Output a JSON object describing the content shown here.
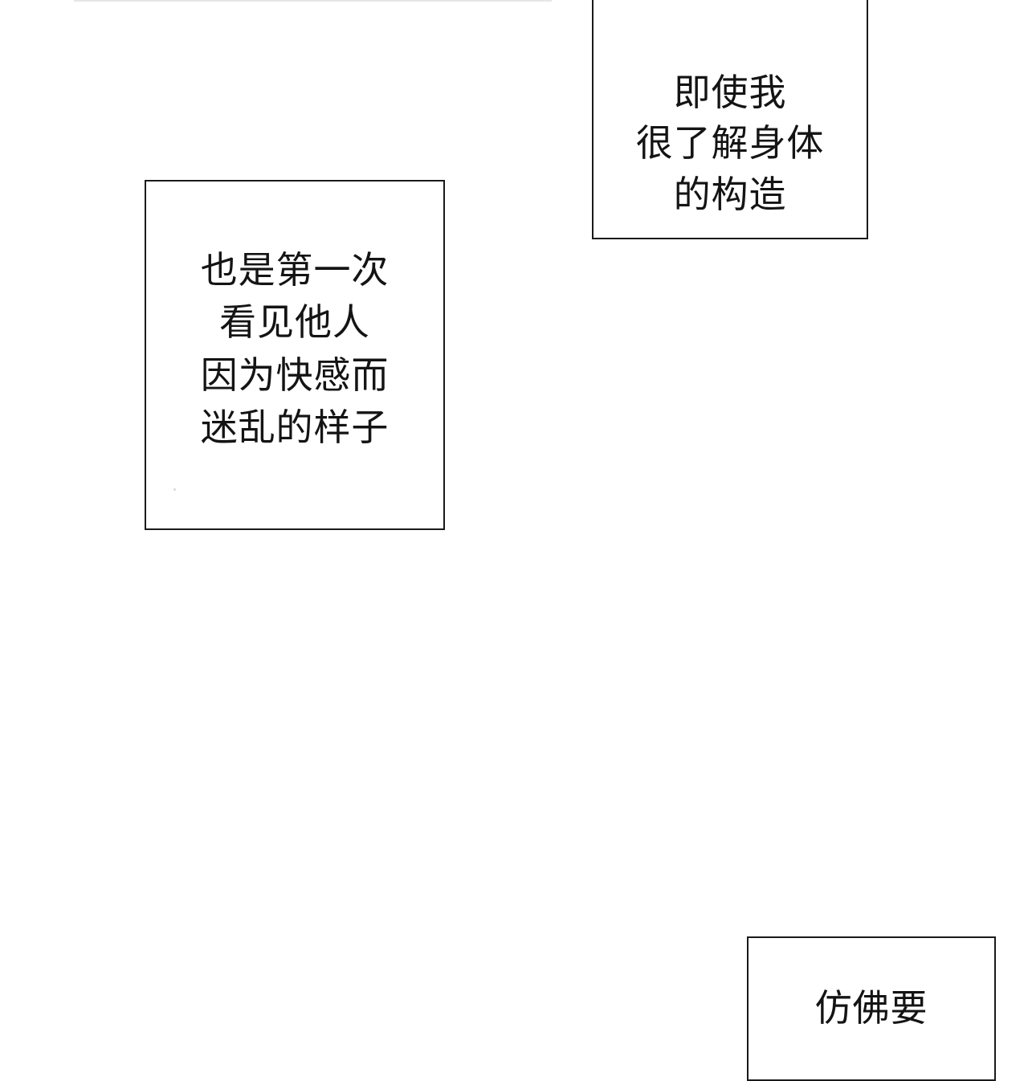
{
  "page": {
    "background_color": "#ffffff",
    "border_color": "#1a1a1a",
    "text_color": "#141414"
  },
  "panels": [
    {
      "id": "panel-top-right",
      "name": "dialogue-panel-top-right",
      "text": "即使我\n很了解身体\n的构造"
    },
    {
      "id": "panel-left",
      "name": "dialogue-panel-left",
      "text": "也是第一次\n看见他人\n因为快感而\n迷乱的样子"
    },
    {
      "id": "panel-bottom-right",
      "name": "dialogue-panel-bottom-right",
      "text": "仿佛要"
    }
  ]
}
